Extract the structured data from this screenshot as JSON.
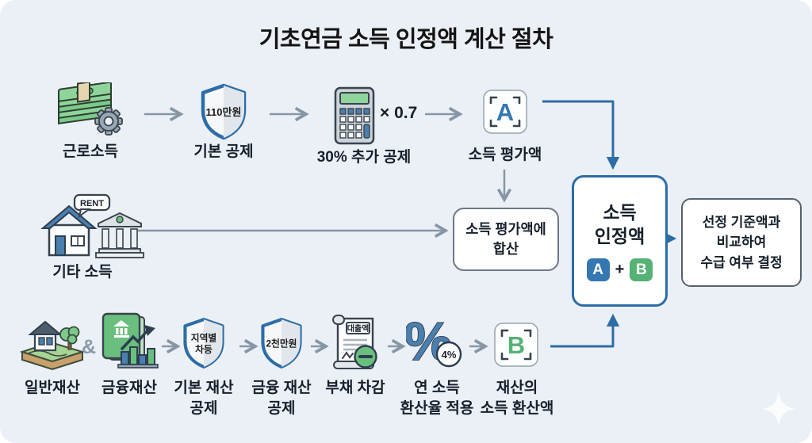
{
  "title": "기초연금 소득 인정액 계산 절차",
  "row1": {
    "earned_income": {
      "label": "근로소득"
    },
    "basic_deduction": {
      "label": "기본 공제",
      "badge": "110만원"
    },
    "additional_deduction": {
      "label": "30% 추가 공제",
      "multiplier": "× 0.7"
    },
    "income_evaluation": {
      "label": "소득 평가액",
      "letter": "A"
    }
  },
  "row2": {
    "other_income": {
      "label": "기타 소득",
      "bubble": "RENT"
    },
    "merge_box": {
      "line1": "소득 평가액에",
      "line2": "합산"
    }
  },
  "row3": {
    "general_property": {
      "label": "일반재산"
    },
    "ampersand": "&",
    "financial_property": {
      "label": "금융재산"
    },
    "basic_property_deduction": {
      "label_line1": "기본 재산",
      "label_line2": "공제",
      "badge_line1": "지역별",
      "badge_line2": "차등"
    },
    "financial_property_deduction": {
      "label_line1": "금융 재산",
      "label_line2": "공제",
      "badge": "2천만원"
    },
    "debt_subtraction": {
      "label": "부채 차감",
      "tag": "대출액"
    },
    "conversion_rate": {
      "label_line1": "연 소득",
      "label_line2": "환산율 적용",
      "symbol": "%",
      "rate": "4%"
    },
    "property_conversion": {
      "label_line1": "재산의",
      "label_line2": "소득 환산액",
      "letter": "B"
    }
  },
  "result_box": {
    "line1": "소득",
    "line2": "인정액",
    "badge_a": "A",
    "plus": "+",
    "badge_b": "B"
  },
  "decision_box": {
    "line1": "선정 기준액과",
    "line2": "비교하여",
    "line3": "수급 여부 결정"
  },
  "colors": {
    "accent_blue": "#2d6da6",
    "letter_blue": "#3577b1",
    "green": "#5bb377",
    "arrow_gray": "#8796a5",
    "panel_bg": "#ebf0f6"
  }
}
